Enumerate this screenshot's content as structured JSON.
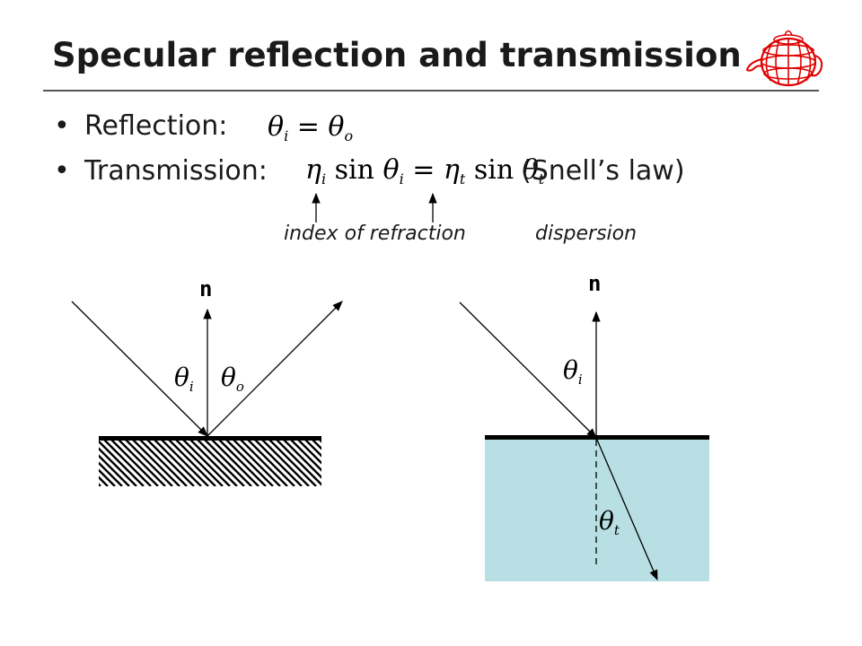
{
  "slide": {
    "title": "Specular reflection and transmission",
    "accent_color": "#e00000",
    "background": "#ffffff"
  },
  "bullets": {
    "reflection_label": "Reflection:",
    "transmission_label": "Transmission:",
    "snell_note": "(Snell’s law)"
  },
  "formulas": {
    "reflection": {
      "theta": "θ",
      "i": "i",
      "eq": " = ",
      "o": "o"
    },
    "snell": {
      "eta": "η",
      "i": "i",
      "t": "t",
      "sin": " sin ",
      "theta": "θ",
      "eq": " = "
    }
  },
  "annotations": {
    "index_of_refraction": "index of refraction",
    "dispersion": "dispersion"
  },
  "diagrams": {
    "normal_label": "n",
    "theta": "θ",
    "sub_i": "i",
    "sub_o": "o",
    "sub_t": "t",
    "water_color": "#b8e0e4"
  }
}
